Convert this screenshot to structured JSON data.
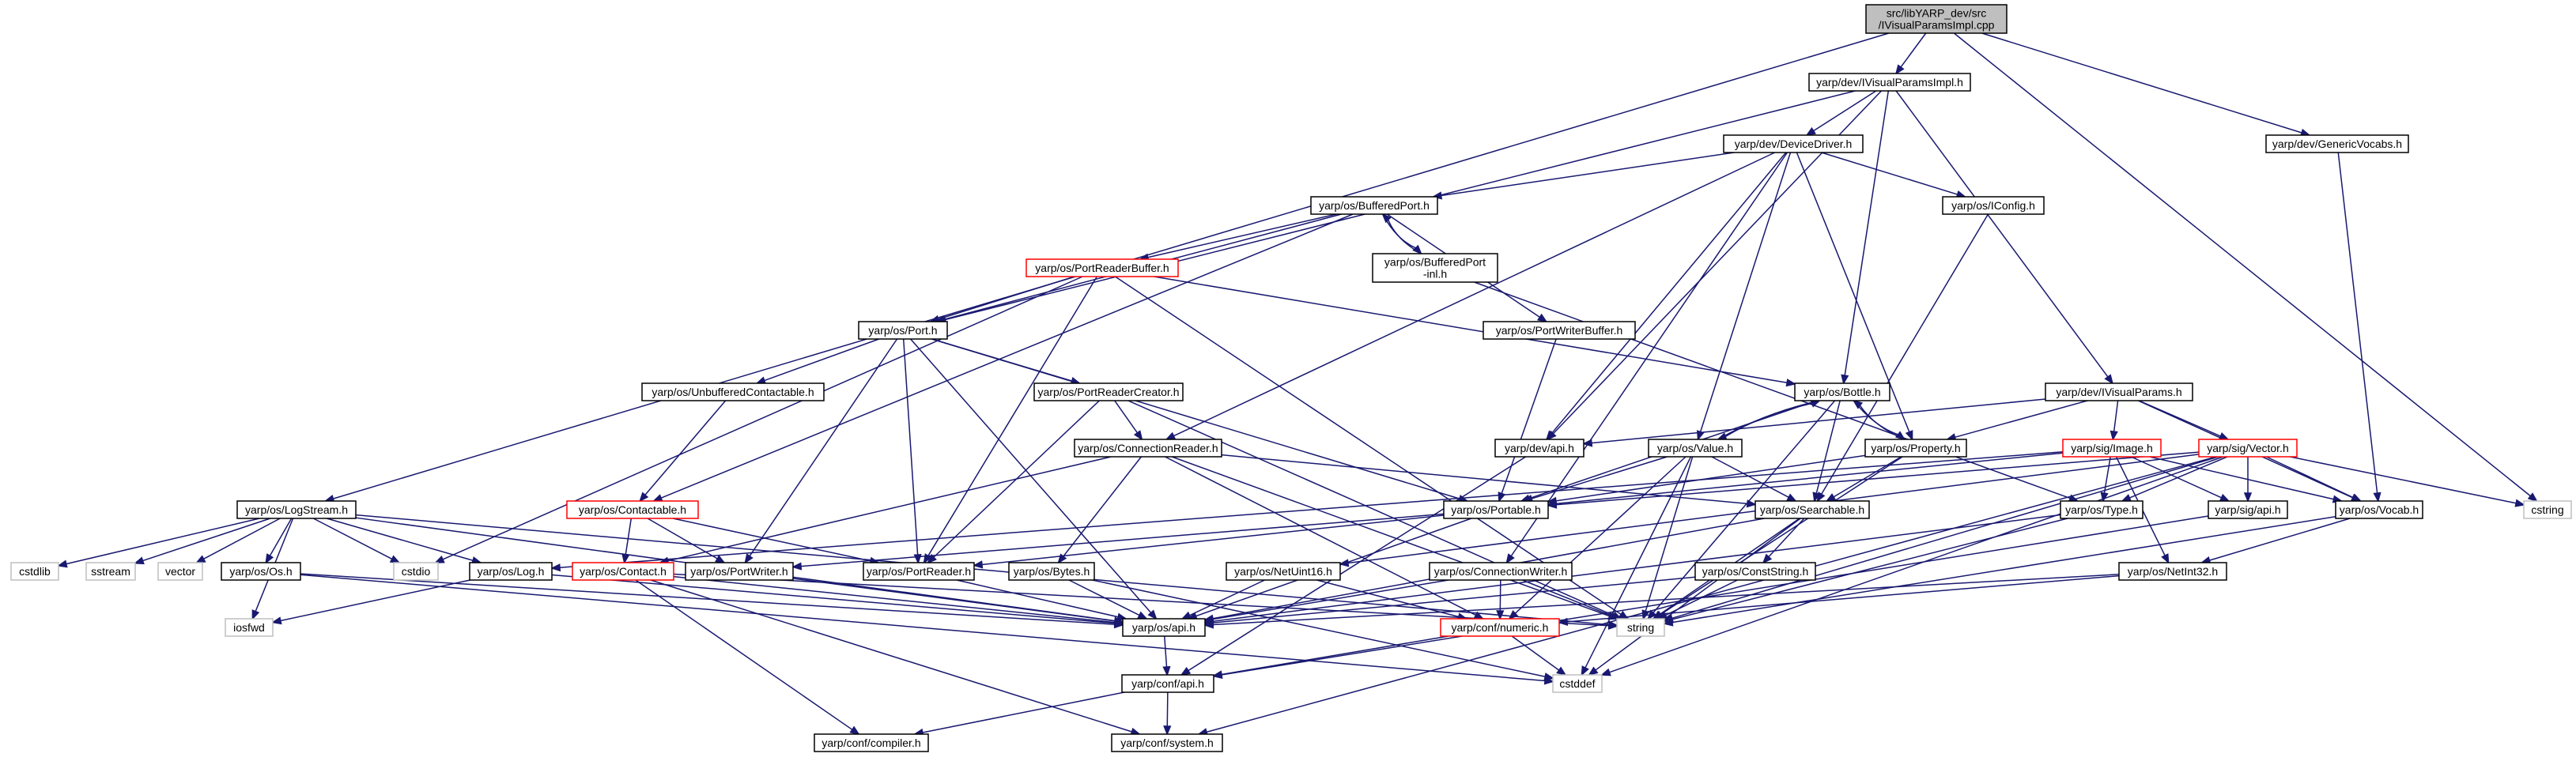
{
  "graph": {
    "colors": {
      "edge": "#191970",
      "node_border": "#000000",
      "node_fill": "#ffffff",
      "root_fill": "#bfbfbf",
      "truncated_border": "#ff0000",
      "system_border": "#bfbfbf",
      "system_text": "#333333"
    },
    "nodes": [
      {
        "id": "root",
        "lines": [
          "src/libYARP_dev/src",
          "/IVisualParamsImpl.cpp"
        ],
        "kind": "root"
      },
      {
        "id": "ivpimpl_h",
        "lines": [
          "yarp/dev/IVisualParamsImpl.h"
        ],
        "kind": "normal"
      },
      {
        "id": "logstream",
        "lines": [
          "yarp/os/LogStream.h"
        ],
        "kind": "normal"
      },
      {
        "id": "genericvocabs",
        "lines": [
          "yarp/dev/GenericVocabs.h"
        ],
        "kind": "normal"
      },
      {
        "id": "cstring",
        "lines": [
          "cstring"
        ],
        "kind": "system"
      },
      {
        "id": "devicedriver",
        "lines": [
          "yarp/dev/DeviceDriver.h"
        ],
        "kind": "normal"
      },
      {
        "id": "port",
        "lines": [
          "yarp/os/Port.h"
        ],
        "kind": "normal"
      },
      {
        "id": "ivisualparams",
        "lines": [
          "yarp/dev/IVisualParams.h"
        ],
        "kind": "normal"
      },
      {
        "id": "devapi",
        "lines": [
          "yarp/dev/api.h"
        ],
        "kind": "normal"
      },
      {
        "id": "bottle",
        "lines": [
          "yarp/os/Bottle.h"
        ],
        "kind": "normal"
      },
      {
        "id": "bufferedport",
        "lines": [
          "yarp/os/BufferedPort.h"
        ],
        "kind": "normal"
      },
      {
        "id": "iconfig",
        "lines": [
          "yarp/os/IConfig.h"
        ],
        "kind": "normal"
      },
      {
        "id": "bufferedport_inl",
        "lines": [
          "yarp/os/BufferedPort",
          "-inl.h"
        ],
        "kind": "normal"
      },
      {
        "id": "portreaderbuffer",
        "lines": [
          "yarp/os/PortReaderBuffer.h"
        ],
        "kind": "truncated"
      },
      {
        "id": "portwriterbuffer",
        "lines": [
          "yarp/os/PortWriterBuffer.h"
        ],
        "kind": "normal"
      },
      {
        "id": "unbufferedcontactable",
        "lines": [
          "yarp/os/UnbufferedContactable.h"
        ],
        "kind": "normal"
      },
      {
        "id": "portreadercreator",
        "lines": [
          "yarp/os/PortReaderCreator.h"
        ],
        "kind": "normal"
      },
      {
        "id": "connectionreader",
        "lines": [
          "yarp/os/ConnectionReader.h"
        ],
        "kind": "normal"
      },
      {
        "id": "value",
        "lines": [
          "yarp/os/Value.h"
        ],
        "kind": "normal"
      },
      {
        "id": "property",
        "lines": [
          "yarp/os/Property.h"
        ],
        "kind": "normal"
      },
      {
        "id": "sigimage",
        "lines": [
          "yarp/sig/Image.h"
        ],
        "kind": "truncated"
      },
      {
        "id": "sigvector",
        "lines": [
          "yarp/sig/Vector.h"
        ],
        "kind": "truncated"
      },
      {
        "id": "contactable",
        "lines": [
          "yarp/os/Contactable.h"
        ],
        "kind": "truncated"
      },
      {
        "id": "portable",
        "lines": [
          "yarp/os/Portable.h"
        ],
        "kind": "normal"
      },
      {
        "id": "searchable",
        "lines": [
          "yarp/os/Searchable.h"
        ],
        "kind": "normal"
      },
      {
        "id": "type",
        "lines": [
          "yarp/os/Type.h"
        ],
        "kind": "normal"
      },
      {
        "id": "sigapi",
        "lines": [
          "yarp/sig/api.h"
        ],
        "kind": "normal"
      },
      {
        "id": "vocab",
        "lines": [
          "yarp/os/Vocab.h"
        ],
        "kind": "normal"
      },
      {
        "id": "cstdlib",
        "lines": [
          "cstdlib"
        ],
        "kind": "system"
      },
      {
        "id": "sstream",
        "lines": [
          "sstream"
        ],
        "kind": "system"
      },
      {
        "id": "vector",
        "lines": [
          "vector"
        ],
        "kind": "system"
      },
      {
        "id": "osos",
        "lines": [
          "yarp/os/Os.h"
        ],
        "kind": "normal"
      },
      {
        "id": "cstdio",
        "lines": [
          "cstdio"
        ],
        "kind": "system"
      },
      {
        "id": "log",
        "lines": [
          "yarp/os/Log.h"
        ],
        "kind": "normal"
      },
      {
        "id": "contact",
        "lines": [
          "yarp/os/Contact.h"
        ],
        "kind": "truncated"
      },
      {
        "id": "portwriter",
        "lines": [
          "yarp/os/PortWriter.h"
        ],
        "kind": "normal"
      },
      {
        "id": "portreader",
        "lines": [
          "yarp/os/PortReader.h"
        ],
        "kind": "normal"
      },
      {
        "id": "bytes",
        "lines": [
          "yarp/os/Bytes.h"
        ],
        "kind": "normal"
      },
      {
        "id": "netuint16",
        "lines": [
          "yarp/os/NetUint16.h"
        ],
        "kind": "normal"
      },
      {
        "id": "connectionwriter",
        "lines": [
          "yarp/os/ConnectionWriter.h"
        ],
        "kind": "normal"
      },
      {
        "id": "conststring",
        "lines": [
          "yarp/os/ConstString.h"
        ],
        "kind": "normal"
      },
      {
        "id": "netint32",
        "lines": [
          "yarp/os/NetInt32.h"
        ],
        "kind": "normal"
      },
      {
        "id": "iosfwd",
        "lines": [
          "iosfwd"
        ],
        "kind": "system"
      },
      {
        "id": "osapi",
        "lines": [
          "yarp/os/api.h"
        ],
        "kind": "normal"
      },
      {
        "id": "confnumeric",
        "lines": [
          "yarp/conf/numeric.h"
        ],
        "kind": "truncated"
      },
      {
        "id": "string",
        "lines": [
          "string"
        ],
        "kind": "system"
      },
      {
        "id": "confapi",
        "lines": [
          "yarp/conf/api.h"
        ],
        "kind": "normal"
      },
      {
        "id": "cstddef",
        "lines": [
          "cstddef"
        ],
        "kind": "system"
      },
      {
        "id": "confcompiler",
        "lines": [
          "yarp/conf/compiler.h"
        ],
        "kind": "normal"
      },
      {
        "id": "confsystem",
        "lines": [
          "yarp/conf/system.h"
        ],
        "kind": "normal"
      }
    ],
    "edges": [
      [
        "root",
        "ivpimpl_h"
      ],
      [
        "root",
        "logstream"
      ],
      [
        "root",
        "genericvocabs"
      ],
      [
        "root",
        "cstring"
      ],
      [
        "ivpimpl_h",
        "devicedriver"
      ],
      [
        "ivpimpl_h",
        "port"
      ],
      [
        "ivpimpl_h",
        "ivisualparams"
      ],
      [
        "ivpimpl_h",
        "devapi"
      ],
      [
        "ivpimpl_h",
        "bottle"
      ],
      [
        "genericvocabs",
        "vocab"
      ],
      [
        "devicedriver",
        "bufferedport"
      ],
      [
        "devicedriver",
        "iconfig"
      ],
      [
        "devicedriver",
        "devapi"
      ],
      [
        "devicedriver",
        "connectionreader"
      ],
      [
        "devicedriver",
        "property"
      ],
      [
        "devicedriver",
        "connectionwriter"
      ],
      [
        "devicedriver",
        "value"
      ],
      [
        "bufferedport",
        "portreaderbuffer"
      ],
      [
        "bufferedport",
        "bufferedport_inl"
      ],
      [
        "bufferedport",
        "port"
      ],
      [
        "bufferedport",
        "portwriterbuffer"
      ],
      [
        "bufferedport",
        "contactable"
      ],
      [
        "bufferedport_inl",
        "bufferedport"
      ],
      [
        "bufferedport_inl",
        "type"
      ],
      [
        "iconfig",
        "searchable"
      ],
      [
        "portreaderbuffer",
        "port"
      ],
      [
        "portreaderbuffer",
        "bottle"
      ],
      [
        "portreaderbuffer",
        "portreader"
      ],
      [
        "portreaderbuffer",
        "cstdio"
      ],
      [
        "portreaderbuffer",
        "string"
      ],
      [
        "portwriterbuffer",
        "portable"
      ],
      [
        "port",
        "unbufferedcontactable"
      ],
      [
        "port",
        "portreadercreator"
      ],
      [
        "port",
        "portable"
      ],
      [
        "port",
        "portreader"
      ],
      [
        "port",
        "portwriter"
      ],
      [
        "port",
        "osapi"
      ],
      [
        "unbufferedcontactable",
        "contactable"
      ],
      [
        "portreadercreator",
        "connectionreader"
      ],
      [
        "portreadercreator",
        "portreader"
      ],
      [
        "portreadercreator",
        "string"
      ],
      [
        "connectionreader",
        "bytes"
      ],
      [
        "connectionreader",
        "contact"
      ],
      [
        "connectionreader",
        "searchable"
      ],
      [
        "connectionreader",
        "confnumeric"
      ],
      [
        "connectionreader",
        "string"
      ],
      [
        "ivisualparams",
        "sigimage"
      ],
      [
        "ivisualparams",
        "sigvector"
      ],
      [
        "ivisualparams",
        "vocab"
      ],
      [
        "ivisualparams",
        "devapi"
      ],
      [
        "ivisualparams",
        "property"
      ],
      [
        "bottle",
        "value"
      ],
      [
        "bottle",
        "property"
      ],
      [
        "bottle",
        "portable"
      ],
      [
        "bottle",
        "searchable"
      ],
      [
        "bottle",
        "string"
      ],
      [
        "value",
        "bottle"
      ],
      [
        "value",
        "portable"
      ],
      [
        "value",
        "searchable"
      ],
      [
        "value",
        "confnumeric"
      ],
      [
        "value",
        "cstddef"
      ],
      [
        "value",
        "string"
      ],
      [
        "property",
        "bottle"
      ],
      [
        "property",
        "portable"
      ],
      [
        "property",
        "searchable"
      ],
      [
        "property",
        "string"
      ],
      [
        "sigimage",
        "type"
      ],
      [
        "sigimage",
        "sigapi"
      ],
      [
        "sigimage",
        "portable"
      ],
      [
        "sigimage",
        "netint32"
      ],
      [
        "sigimage",
        "log"
      ],
      [
        "sigimage",
        "vocab"
      ],
      [
        "sigvector",
        "type"
      ],
      [
        "sigvector",
        "sigapi"
      ],
      [
        "sigvector",
        "portable"
      ],
      [
        "sigvector",
        "vocab"
      ],
      [
        "sigvector",
        "cstring"
      ],
      [
        "sigvector",
        "cstddef"
      ],
      [
        "sigvector",
        "string"
      ],
      [
        "sigvector",
        "netuint16"
      ],
      [
        "sigvector",
        "confsystem"
      ],
      [
        "contactable",
        "contact"
      ],
      [
        "contactable",
        "portwriter"
      ],
      [
        "contactable",
        "portreader"
      ],
      [
        "portable",
        "portwriter"
      ],
      [
        "portable",
        "portreader"
      ],
      [
        "portable",
        "osapi"
      ],
      [
        "searchable",
        "conststring"
      ],
      [
        "searchable",
        "string"
      ],
      [
        "searchable",
        "osapi"
      ],
      [
        "searchable",
        "cstddef"
      ],
      [
        "type",
        "osapi"
      ],
      [
        "type",
        "string"
      ],
      [
        "sigapi",
        "confapi"
      ],
      [
        "vocab",
        "netint32"
      ],
      [
        "vocab",
        "string"
      ],
      [
        "logstream",
        "cstdlib"
      ],
      [
        "logstream",
        "sstream"
      ],
      [
        "logstream",
        "vector"
      ],
      [
        "logstream",
        "osos"
      ],
      [
        "logstream",
        "cstdio"
      ],
      [
        "logstream",
        "log"
      ],
      [
        "logstream",
        "iosfwd"
      ],
      [
        "logstream",
        "osapi"
      ],
      [
        "logstream",
        "string"
      ],
      [
        "osos",
        "osapi"
      ],
      [
        "osos",
        "cstddef"
      ],
      [
        "log",
        "iosfwd"
      ],
      [
        "log",
        "osapi"
      ],
      [
        "contact",
        "osapi"
      ],
      [
        "contact",
        "confcompiler"
      ],
      [
        "contact",
        "confsystem"
      ],
      [
        "contact",
        "string"
      ],
      [
        "portwriter",
        "osapi"
      ],
      [
        "portreader",
        "osapi"
      ],
      [
        "bytes",
        "osapi"
      ],
      [
        "bytes",
        "cstddef"
      ],
      [
        "netuint16",
        "osapi"
      ],
      [
        "netuint16",
        "confnumeric"
      ],
      [
        "connectionwriter",
        "osapi"
      ],
      [
        "connectionwriter",
        "confnumeric"
      ],
      [
        "connectionwriter",
        "string"
      ],
      [
        "conststring",
        "osapi"
      ],
      [
        "conststring",
        "string"
      ],
      [
        "netint32",
        "osapi"
      ],
      [
        "netint32",
        "confnumeric"
      ],
      [
        "devapi",
        "confapi"
      ],
      [
        "osapi",
        "confapi"
      ],
      [
        "confnumeric",
        "confapi"
      ],
      [
        "confnumeric",
        "cstddef"
      ],
      [
        "confapi",
        "confcompiler"
      ],
      [
        "confapi",
        "confsystem"
      ]
    ]
  }
}
